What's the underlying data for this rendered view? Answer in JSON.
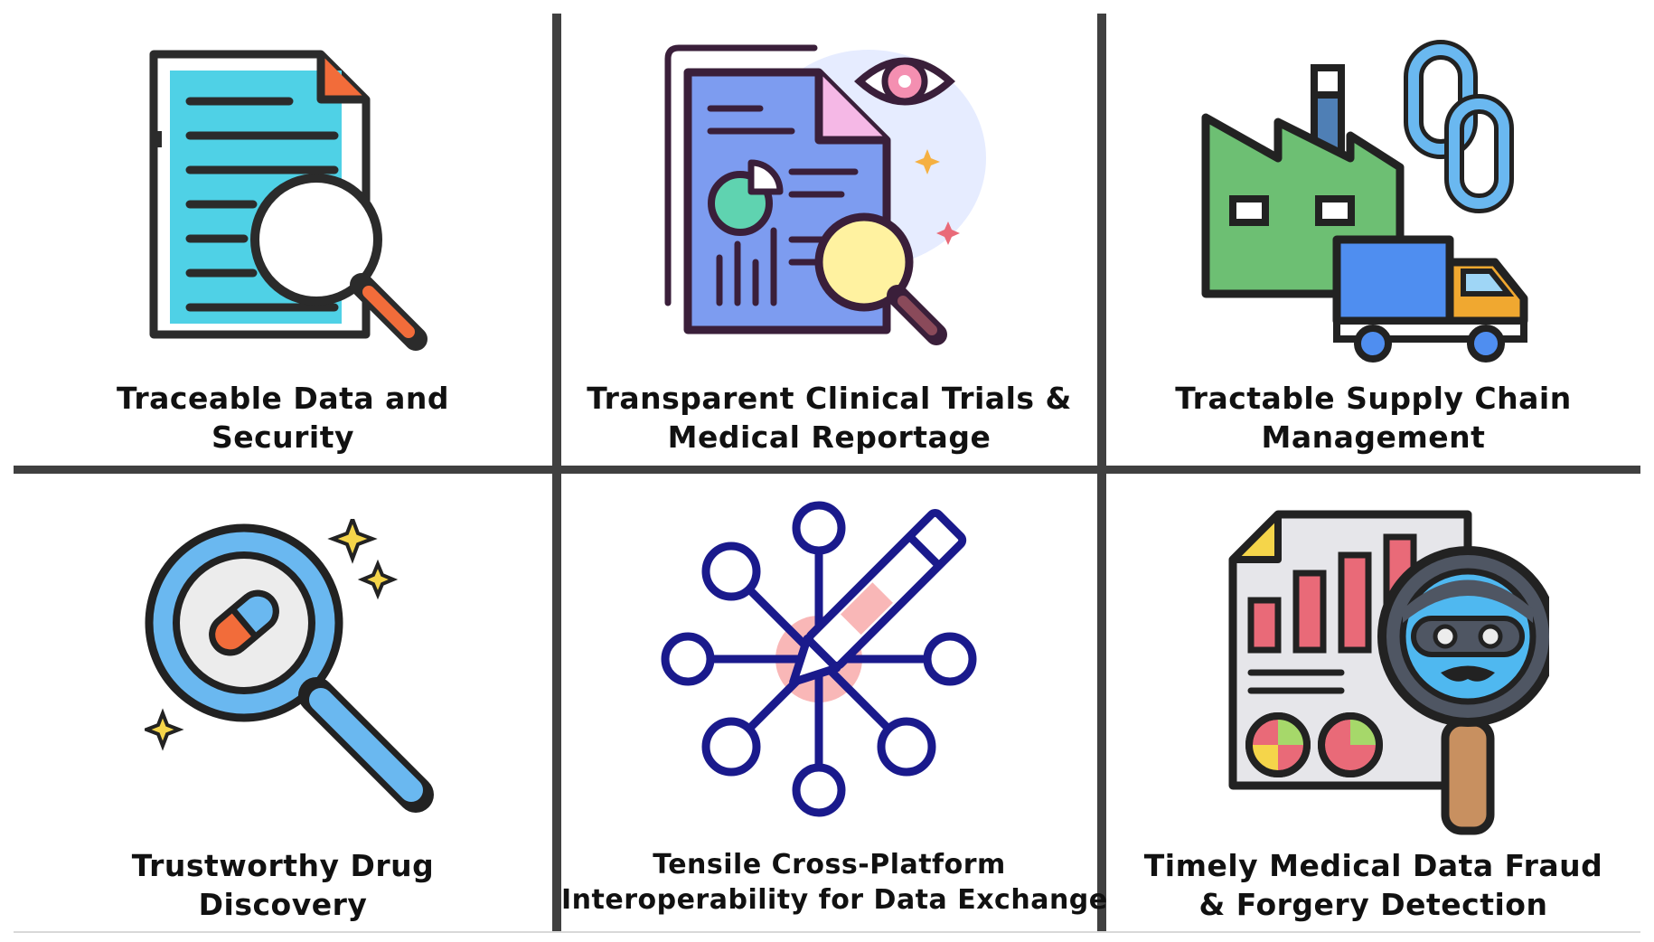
{
  "panels": [
    {
      "id": "traceable",
      "icon": "document-search-icon",
      "label_lines": [
        "Traceable Data and",
        "Security"
      ]
    },
    {
      "id": "transparent",
      "icon": "clinical-report-icon",
      "label_lines": [
        "Transparent Clinical Trials &",
        "Medical Reportage"
      ]
    },
    {
      "id": "tractable",
      "icon": "supply-chain-icon",
      "label_lines": [
        "Tractable Supply Chain",
        "Management"
      ]
    },
    {
      "id": "trustworthy",
      "icon": "drug-discovery-icon",
      "label_lines": [
        "Trustworthy Drug",
        "Discovery"
      ]
    },
    {
      "id": "tensile",
      "icon": "network-pen-icon",
      "label_lines": [
        "Tensile Cross-Platform",
        "Interoperability for Data Exchange"
      ]
    },
    {
      "id": "timely",
      "icon": "fraud-detection-icon",
      "label_lines": [
        "Timely Medical Data Fraud",
        "& Forgery Detection"
      ]
    }
  ],
  "colors": {
    "divider": "#404040",
    "outline": "#2b2b2b",
    "cyan": "#4fd1e6",
    "orange": "#f26c3a",
    "blue": "#7d9cf0",
    "navy": "#1a1a8c",
    "green": "#6dbf73",
    "pink": "#f48fb1",
    "red": "#e96a78",
    "yellow": "#fff2a0"
  }
}
